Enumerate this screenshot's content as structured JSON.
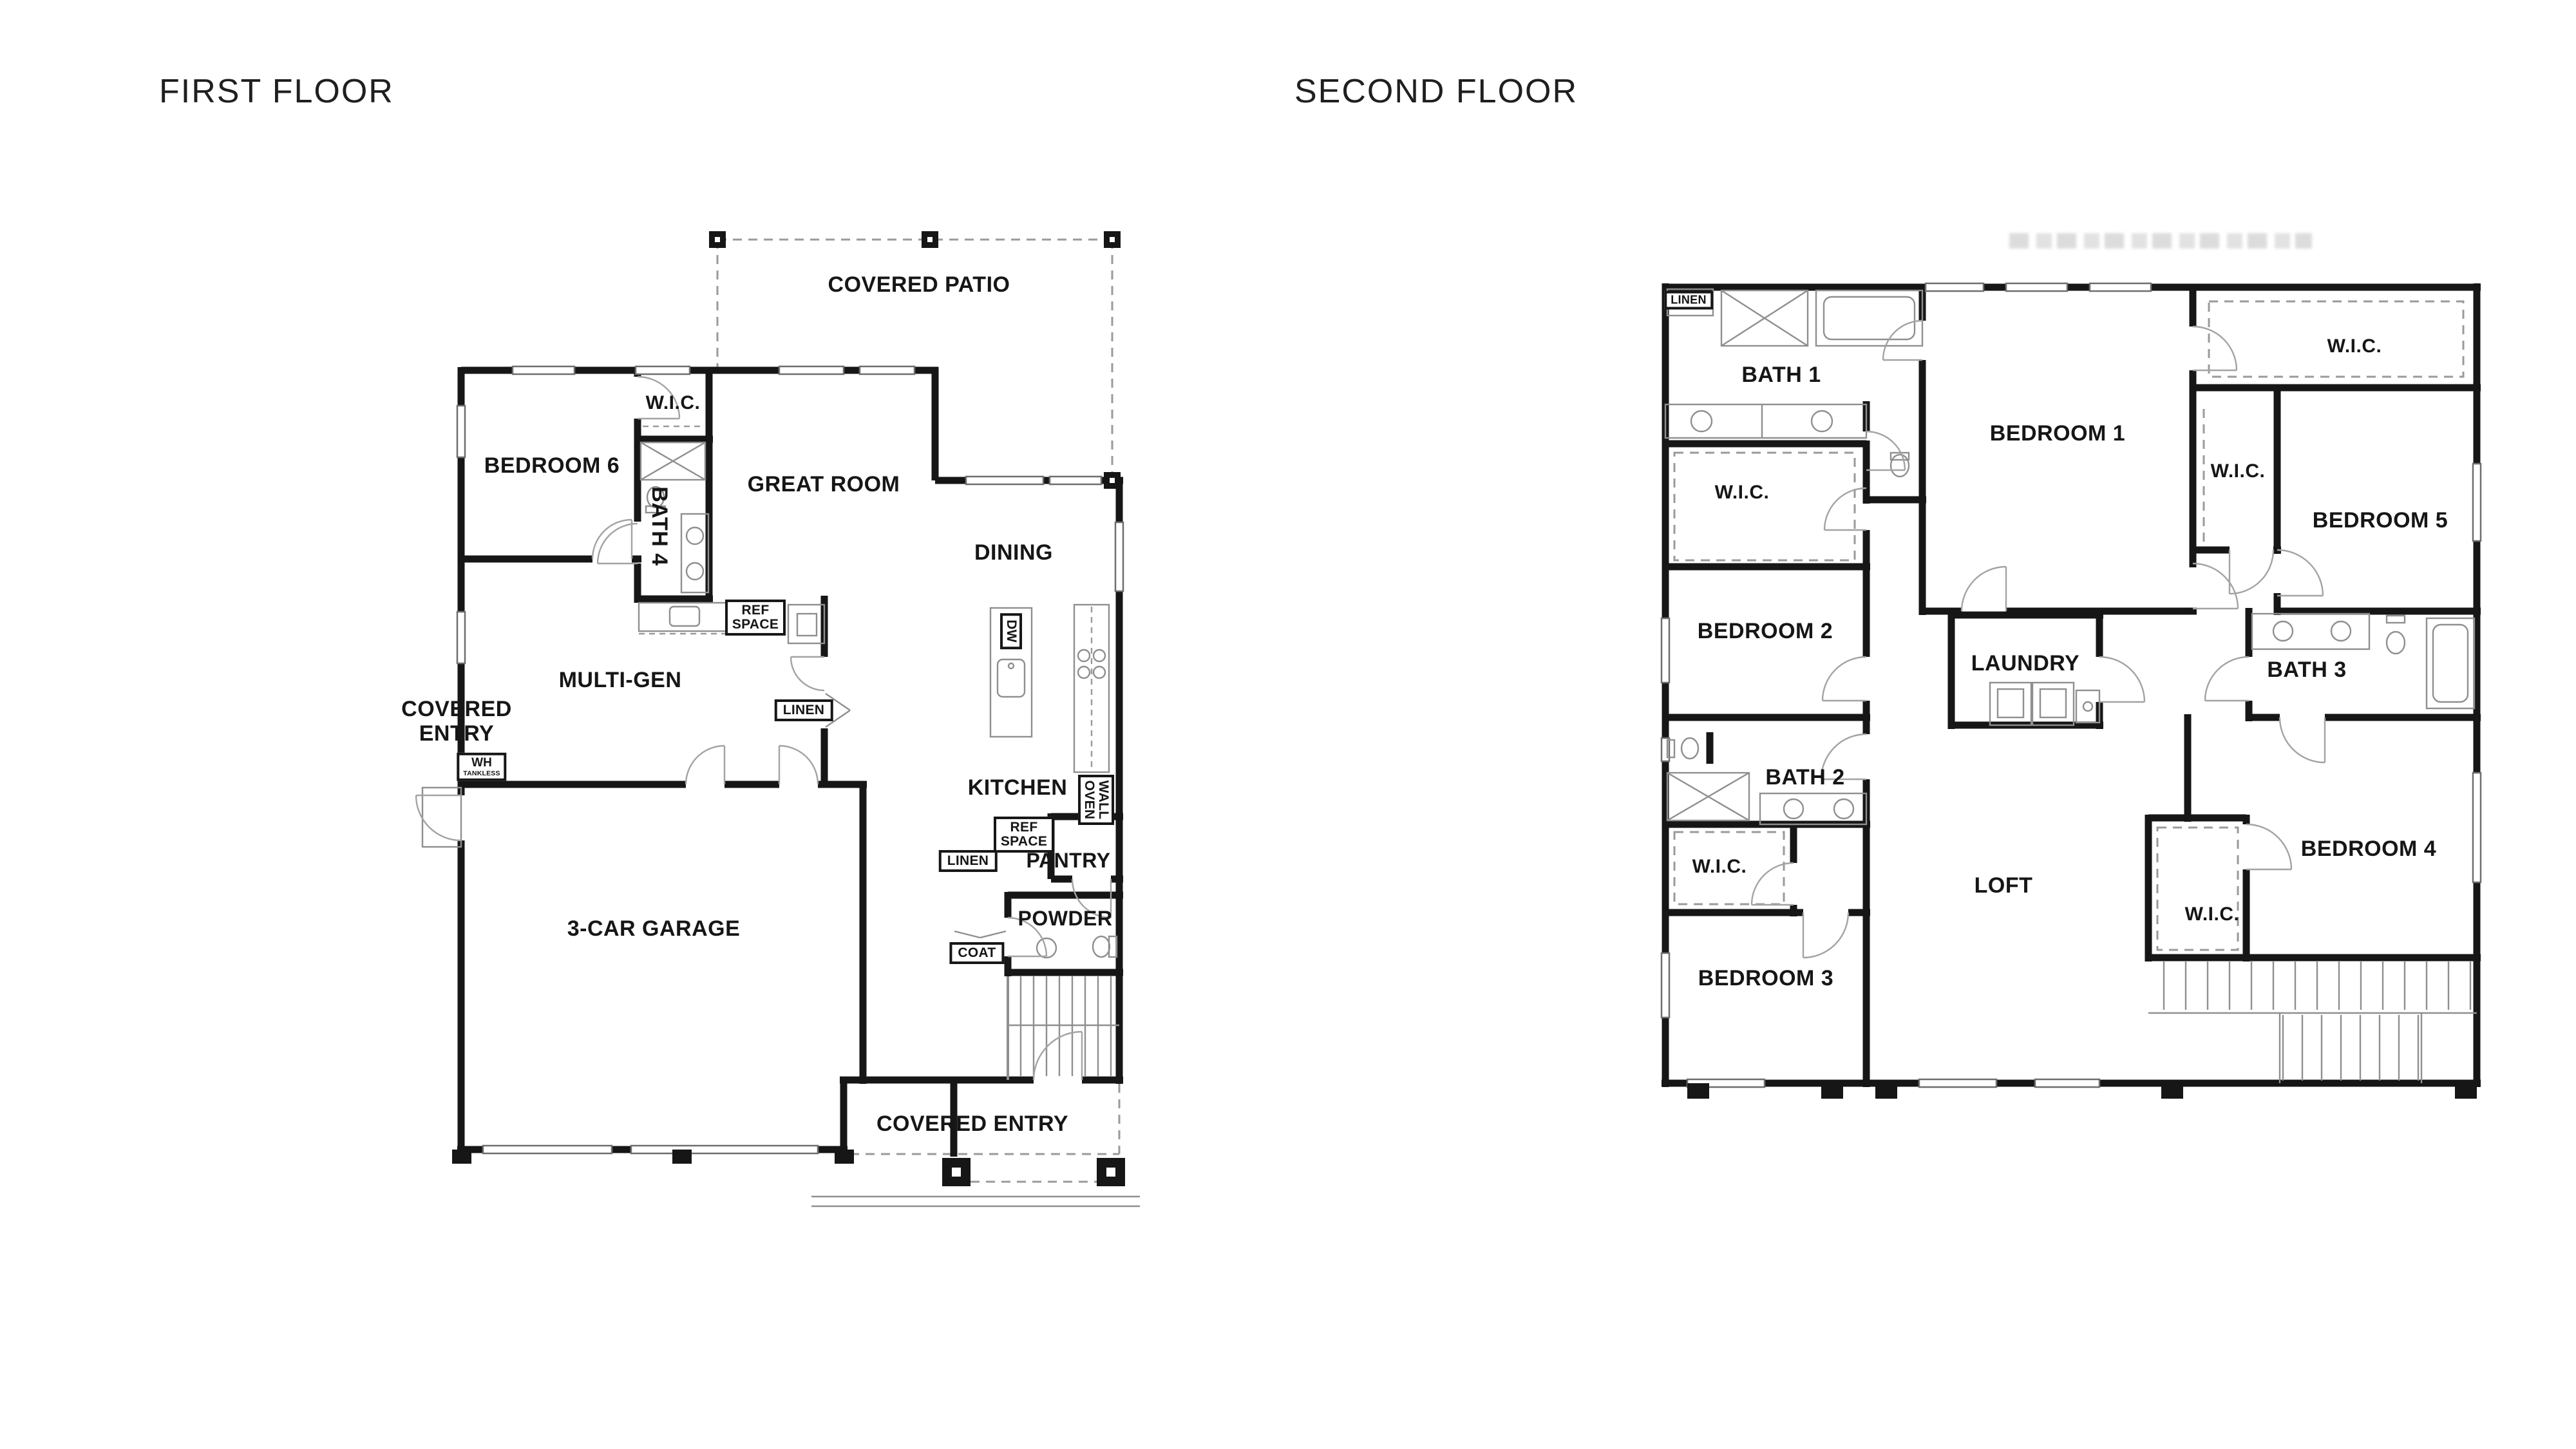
{
  "first_floor": {
    "title": "FIRST FLOOR",
    "labels": {
      "covered_patio": "COVERED PATIO",
      "wic": "W.I.C.",
      "bedroom6": "BEDROOM 6",
      "bath4": "BATH 4",
      "great_room": "GREAT ROOM",
      "dining": "DINING",
      "multi_gen": "MULTI-GEN",
      "ref_space_multigen": "REF SPACE",
      "linen_multigen": "LINEN",
      "covered_entry_side": "COVERED ENTRY",
      "wh": "WH",
      "wh_sub": "TANKLESS",
      "dw": "DW",
      "kitchen": "KITCHEN",
      "wall_oven": "WALL OVEN",
      "ref_space_kitchen": "REF SPACE",
      "linen_kitchen": "LINEN",
      "pantry": "PANTRY",
      "powder": "POWDER",
      "coat": "COAT",
      "garage": "3-CAR GARAGE",
      "covered_entry_front": "COVERED ENTRY"
    }
  },
  "second_floor": {
    "title": "SECOND FLOOR",
    "labels": {
      "linen": "LINEN",
      "bath1": "BATH 1",
      "wic_bedroom1": "W.I.C.",
      "bedroom1": "BEDROOM 1",
      "wic_top_right": "W.I.C.",
      "wic_bedroom5": "W.I.C.",
      "bedroom5": "BEDROOM 5",
      "bedroom2": "BEDROOM 2",
      "laundry": "LAUNDRY",
      "bath3": "BATH 3",
      "bath2": "BATH 2",
      "wic_bedroom3": "W.I.C.",
      "bedroom3": "BEDROOM 3",
      "loft": "LOFT",
      "bedroom4": "BEDROOM 4",
      "wic_bedroom4": "W.I.C."
    }
  }
}
